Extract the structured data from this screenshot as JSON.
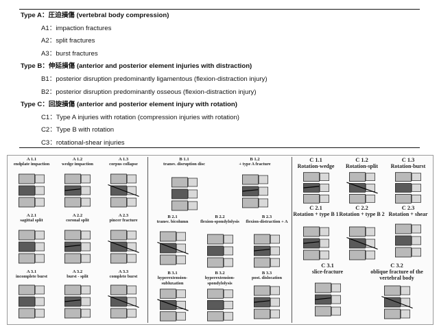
{
  "classification": [
    {
      "head": "Type A：圧迫損傷 (vertebral body compression)",
      "items": [
        "A1：impaction fractures",
        "A2：split fractures",
        "A3：burst fractures"
      ]
    },
    {
      "head": "Type B：伸延損傷 (anterior and posterior element injuries with distraction)",
      "items": [
        "B1：posterior disruption  predominantly ligamentous (flexion-distraction injury)",
        "B2：posterior disruption predominantly osseous (flexion-distraction injury)"
      ]
    },
    {
      "head": "Type C：回旋損傷 (anterior and posterior element injury with rotation)",
      "items": [
        "C1：Type A injuries with rotation (compression injuries with rotation)",
        "C2：Type B with rotation",
        "C3：rotational-shear injuries"
      ]
    }
  ],
  "figure": {
    "panel_a": [
      {
        "code": "A 1.1",
        "label": "endplate impaction"
      },
      {
        "code": "A 1.2",
        "label": "wedge impaction"
      },
      {
        "code": "A 1.3",
        "label": "corpus collapse"
      },
      {
        "code": "A 2.1",
        "label": "sagittal split"
      },
      {
        "code": "A 2.2",
        "label": "coronal split"
      },
      {
        "code": "A 2.3",
        "label": "pincer fracture"
      },
      {
        "code": "A 3.1",
        "label": "incomplete burst"
      },
      {
        "code": "A 3.2",
        "label": "burst - split"
      },
      {
        "code": "A 3.3",
        "label": "complete burst"
      }
    ],
    "panel_b": [
      {
        "code": "B 1.1",
        "label": "transv. disruption disc"
      },
      {
        "code": "B 1.2",
        "label": "+ type A fracture"
      },
      {
        "code": "B 2.1",
        "label": "transv. bicolumn"
      },
      {
        "code": "B 2.2",
        "label": "flexion-spondylolysis"
      },
      {
        "code": "B 2.3",
        "label": "flexion-distraction + A"
      },
      {
        "code": "B 3.1",
        "label": "hyperextension-subluxation"
      },
      {
        "code": "B 3.2",
        "label": "hyperextension-spondylolysis"
      },
      {
        "code": "B 3.3",
        "label": "post. dislocation"
      }
    ],
    "panel_c": [
      {
        "code": "C 1.1",
        "label": "Rotation-wedge"
      },
      {
        "code": "C 1.2",
        "label": "Rotation-split"
      },
      {
        "code": "C 1.3",
        "label": "Rotation-burst"
      },
      {
        "code": "C 2.1",
        "label": "Rotation + type B 1"
      },
      {
        "code": "C 2.2",
        "label": "Rotation + type B 2"
      },
      {
        "code": "C 2.3",
        "label": "Rotation + shear"
      },
      {
        "code": "C 3.1",
        "label": "slice-fracture"
      },
      {
        "code": "C 3.2",
        "label": "oblique fracture of the vertebral body"
      }
    ]
  }
}
